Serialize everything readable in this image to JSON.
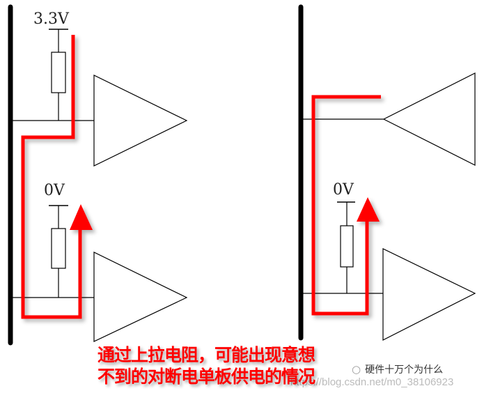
{
  "labels": {
    "left_supply": "3.3V",
    "left_ground": "0V",
    "right_ground": "0V"
  },
  "caption": {
    "line1": "通过上拉电阻，可能出现意想",
    "line2": "不到的对断电单板供电的情况"
  },
  "watermark": {
    "account": "硬件十万个为什么",
    "url": "https://blog.csdn.net/m0_38106923"
  },
  "colors": {
    "path": "#ff0000",
    "line": "#000000"
  }
}
